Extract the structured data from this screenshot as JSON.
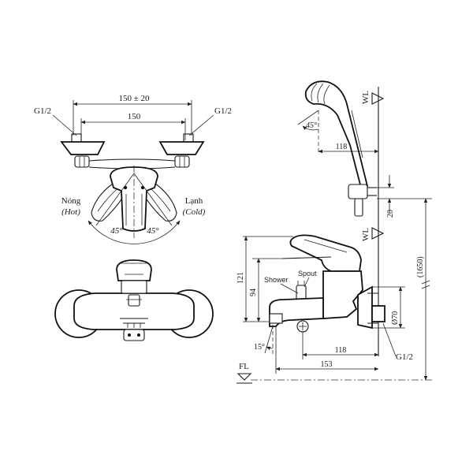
{
  "front": {
    "dim_overall": "150 ± 20",
    "dim_center": "150",
    "thread_left": "G1/2",
    "thread_right": "G1/2",
    "hot_label": "Nóng",
    "hot_sub": "(Hot)",
    "cold_label": "Lạnh",
    "cold_sub": "(Cold)",
    "angle_left": "45°",
    "angle_right": "45°"
  },
  "side": {
    "wl_top": "WL",
    "wl_mid": "WL",
    "shower_angle": "45°",
    "dim_118_top": "118",
    "dim_20": "20",
    "dim_1650": "(1650)",
    "dim_121": "121",
    "dim_94": "94",
    "shower_label": "Shower",
    "spout_label": "Spout",
    "dim_d70": "Ø70",
    "spout_angle": "15°",
    "dim_118_bottom": "118",
    "dim_153": "153",
    "thread_label": "G1/2",
    "fl_label": "FL"
  }
}
